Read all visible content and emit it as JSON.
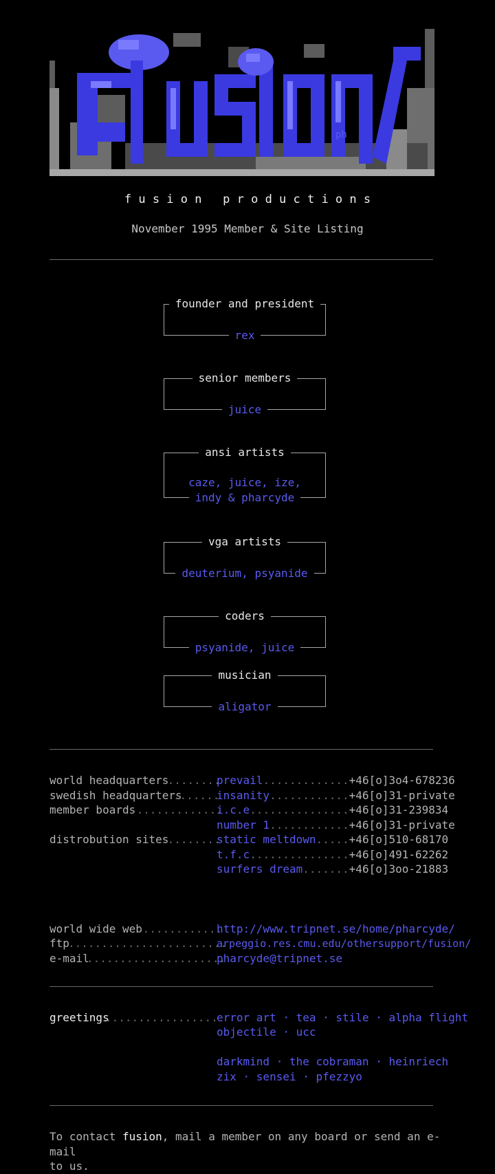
{
  "header": {
    "logo_tag": "ph",
    "group_name": "f u s i o n   p r o d u c t i o n s",
    "listing_title": "November 1995 Member & Site Listing"
  },
  "sections": [
    {
      "title": "founder and president",
      "members": [
        "rex"
      ]
    },
    {
      "title": "senior members",
      "members": [
        "juice"
      ]
    },
    {
      "title": "ansi artists",
      "members": [
        "caze, juice, ize,",
        "indy & pharcyde"
      ]
    },
    {
      "title": "vga artists",
      "members": [
        "deuterium, psyanide"
      ]
    },
    {
      "title": "coders",
      "members": [
        "psyanide, juice"
      ]
    },
    {
      "title": "musician",
      "members": [
        "aligator"
      ]
    }
  ],
  "sites": [
    {
      "label": "world headquarters",
      "dots1": ".........",
      "name": "prevail",
      "dots2": ".............",
      "phone": "+46[o]3o4-678236"
    },
    {
      "label": "swedish headquarters",
      "dots1": ".......",
      "name": "insanity",
      "dots2": "............",
      "phone": "+46[o]31-private"
    },
    {
      "label": "member boards",
      "dots1": "..............",
      "name": "i.c.e",
      "dots2": "...............",
      "phone": "+46[o]31-239834"
    },
    {
      "label": "",
      "dots1": "",
      "name": "number 1",
      "dots2": "............",
      "phone": "+46[o]31-private"
    },
    {
      "label": "distrobution sites",
      "dots1": ".........",
      "name": "static meltdown",
      "dots2": ".....",
      "phone": "+46[o]510-68170"
    },
    {
      "label": "",
      "dots1": "",
      "name": "t.f.c",
      "dots2": "...............",
      "phone": "+46[o]491-62262"
    },
    {
      "label": "",
      "dots1": "",
      "name": "surfers dream",
      "dots2": ".......",
      "phone": "+46[o]3oo-21883"
    }
  ],
  "links": [
    {
      "label": "world wide web",
      "dots": ".............",
      "value": "http://www.tripnet.se/home/pharcyde/"
    },
    {
      "label": "ftp",
      "dots": "........................",
      "value": "arpeggio.res.cmu.edu/othersupport/fusion/"
    },
    {
      "label": "e-mail",
      "dots": ".....................",
      "value": "pharcyde@tripnet.se"
    }
  ],
  "greetings": {
    "label": "greetings",
    "dots": ".................",
    "line1": "error art · tea · stile · alpha flight",
    "line2": "objectile · ucc",
    "line3": "darkmind · the cobraman · heinriech",
    "line4": "zix · sensei · pfezzyo"
  },
  "contact": {
    "prefix": "To contact ",
    "name": "fusion",
    "suffix": ", mail a member on any board or send an e-mail",
    "line2": "to us."
  }
}
